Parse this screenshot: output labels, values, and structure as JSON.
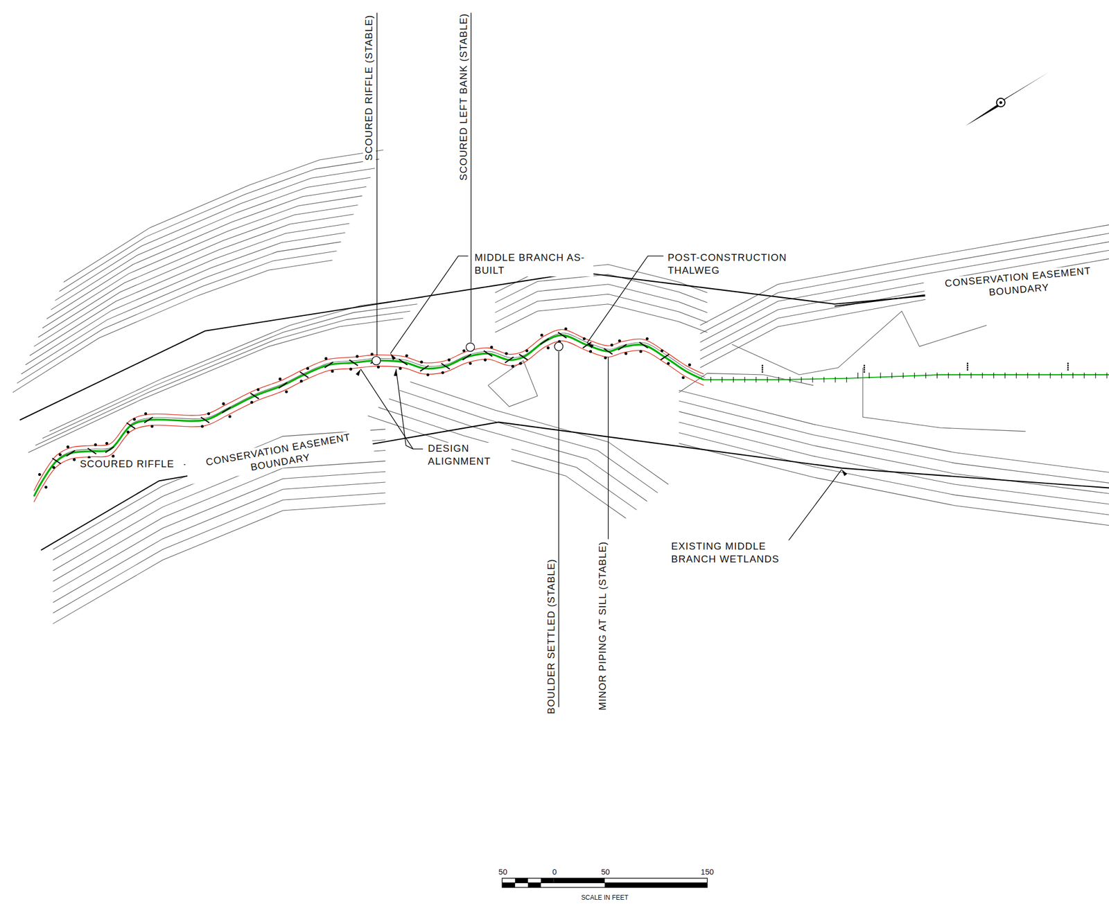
{
  "diagram": {
    "labels": [
      "SCOURED RIFFLE (STABLE)",
      "SCOURED LEFT BANK (STABLE)",
      "MIDDLE BRANCH AS-BUILT",
      "POST-CONSTRUCTION THALWEG",
      "CONSERVATION EASEMENT BOUNDARY",
      "SCOURED RIFFLE",
      "CONSERVATION EASEMENT BOUNDARY",
      "DESIGN ALIGNMENT",
      "BOULDER SETTLED (STABLE)",
      "MINOR PIPING AT SILL (STABLE)",
      "EXISTING MIDDLE BRANCH WETLANDS",
      "50",
      "0",
      "50",
      "150",
      "SCALE IN FEET"
    ]
  }
}
